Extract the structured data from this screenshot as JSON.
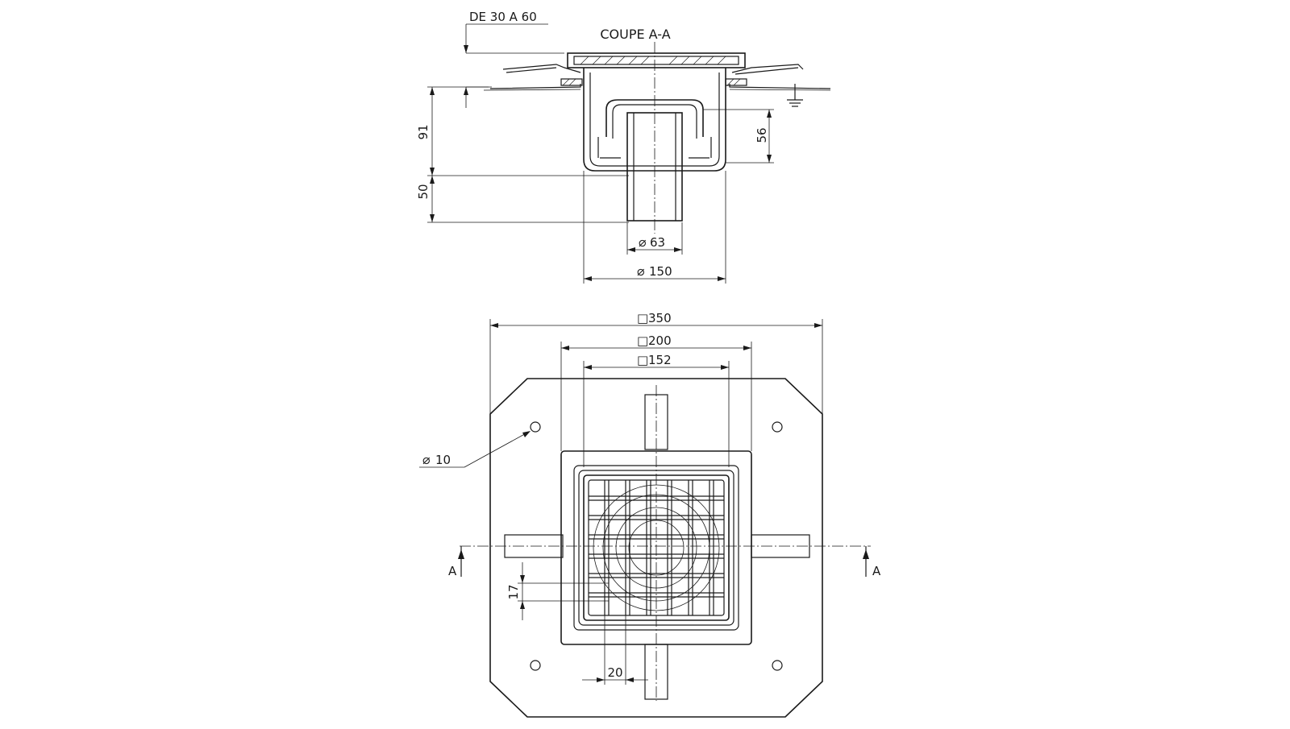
{
  "drawing": {
    "section_title": "COUPE A-A",
    "thickness_range": "DE 30 A 60",
    "dims": {
      "height_body": "91",
      "height_outlet": "50",
      "height_side": "56",
      "dia_outlet": "63",
      "dia_body": "150",
      "square_plate": "350",
      "square_frame": "200",
      "square_grate": "152",
      "hole_dia": "10",
      "grate_pitch_v": "17",
      "grate_pitch_h": "20"
    },
    "section_marks": [
      "A",
      "A"
    ],
    "symbols": {
      "diameter": "⌀",
      "square": "□"
    }
  }
}
